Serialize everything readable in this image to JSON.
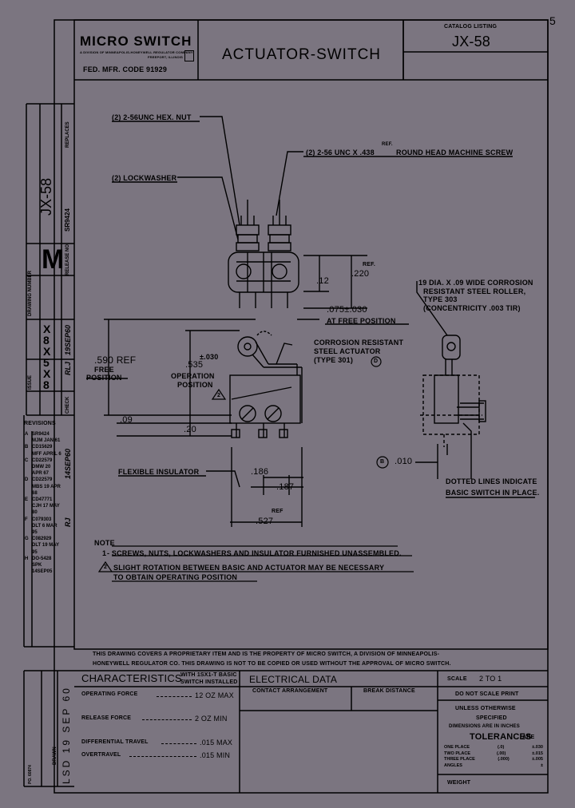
{
  "corner_mark": "5",
  "title_block": {
    "brand": "MICRO SWITCH",
    "brand_sub1": "A DIVISION OF MINNEAPOLIS-HONEYWELL REGULATOR COMPANY",
    "brand_sub2": "FREEPORT, ILLINOIS",
    "fed_code": "FED. MFR. CODE 91929",
    "title": "ACTUATOR-SWITCH",
    "catalog_label": "CATALOG LISTING",
    "catalog_value": "JX-58"
  },
  "side_strip": {
    "part": "JX-58",
    "replaces": "REPLACES",
    "release_no_label": "RELEASE NO.",
    "release_no": "SR9424",
    "drawing_number_label": "DRAWING NUMBER",
    "drawing_letter": "M",
    "issue_label": "ISSUE",
    "issue_values": [
      "X",
      "8",
      "X",
      "5",
      "X",
      "8"
    ],
    "check_label": "CHECK",
    "check_values": [
      "RLJ",
      "19SEP60"
    ],
    "check2": "RJ",
    "check2_date": "14SEP60",
    "revisions_label": "REVISIONS",
    "revisions": [
      {
        "letter": "A",
        "text": "SR9424"
      },
      {
        "letter": "",
        "text": "MJM",
        "date": "JAN 61"
      },
      {
        "letter": "B",
        "text": "CD15629"
      },
      {
        "letter": "",
        "text": "MFF",
        "date": "APRIL 6"
      },
      {
        "letter": "C",
        "text": "CD22579"
      },
      {
        "letter": "",
        "text": "DMW",
        "date": "20 APR 67"
      },
      {
        "letter": "D",
        "text": "CD22579"
      },
      {
        "letter": "",
        "text": "MBS",
        "date": "19 APR 68"
      },
      {
        "letter": "E",
        "text": "CD47771"
      },
      {
        "letter": "",
        "text": "CJH",
        "date": "17 MAY 80"
      },
      {
        "letter": "F",
        "text": "C079303"
      },
      {
        "letter": "",
        "text": "DLT",
        "date": "6 MAR 95"
      },
      {
        "letter": "G",
        "text": "C082929"
      },
      {
        "letter": "",
        "text": "DLT",
        "date": "19 MAY 95"
      },
      {
        "letter": "H",
        "text": "DO-5428"
      },
      {
        "letter": "",
        "text": "SPK",
        "date": "14SEP05"
      }
    ],
    "drawn_label": "DRAWN",
    "drawn_value": "LSD 19 SEP 60",
    "project": "PO. 60874"
  },
  "labels": {
    "hex_nut": "(2) 2-56UNC HEX. NUT",
    "screw": "(2) 2-56 UNC X .438",
    "screw_ref": "REF.",
    "screw_tail": "ROUND HEAD MACHINE SCREW",
    "lockwasher": "(2) LOCKWASHER",
    "ref_220_a": "REF.",
    "dim_220": ".220",
    "dim_12": ".12",
    "free_pos_dim": ".075±.030",
    "free_pos": "AT FREE POSITION",
    "roller_1": "19 DIA. X .09 WIDE CORROSION",
    "roller_2": "RESISTANT STEEL ROLLER,",
    "roller_3": "TYPE 303",
    "roller_4": "(CONCENTRICITY .003 TIR)",
    "cres_1": "CORROSION RESISTANT",
    "cres_2": "STEEL ACTUATOR",
    "cres_3": "(TYPE 301)",
    "cres_mark": "D",
    "dim_590": ".590 REF",
    "free_position_1": "FREE",
    "free_position_2": "POSITION",
    "dim_535": ".535",
    "tol_030": "±.030",
    "op_1": "OPERATION",
    "op_2": "POSITION",
    "note2_flag": "2",
    "dim_09": ".09",
    "dim_20": ".20",
    "flex": "FLEXIBLE INSULATOR",
    "dim_186": ".186",
    "dim_187": ".187",
    "dim_527": ".527",
    "ref_527": "REF",
    "b_mark": "B",
    "dim_010": ".010",
    "dotted_1": "DOTTED LINES INDICATE",
    "dotted_2": "BASIC SWITCH IN PLACE."
  },
  "notes": {
    "title": "NOTE",
    "n1_num": "1",
    "n1": "- SCREWS, NUTS, LOCKWASHERS AND INSULATOR FURNISHED UNASSEMBLED.",
    "n2_num": "2",
    "n2a": "SLIGHT ROTATION BETWEEN BASIC AND ACTUATOR MAY BE NECESSARY",
    "n2b": "TO OBTAIN OPERATING POSITION"
  },
  "proprietary": {
    "line1": "THIS DRAWING COVERS A PROPRIETARY ITEM AND IS THE PROPERTY OF MICRO SWITCH, A DIVISION OF MINNEAPOLIS-",
    "line2": "HONEYWELL REGULATOR CO. THIS DRAWING IS NOT TO BE COPIED OR USED WITHOUT THE APPROVAL OF MICRO SWITCH."
  },
  "characteristics": {
    "title": "CHARACTERISTICS",
    "with_1": "WITH 1SX1-T BASIC",
    "with_2": "SWITCH INSTALLED",
    "rows": [
      {
        "label": "OPERATING FORCE",
        "value": "12 OZ MAX"
      },
      {
        "label": "RELEASE FORCE",
        "value": "2 OZ MIN"
      },
      {
        "label": "DIFFERENTIAL TRAVEL",
        "value": ".015 MAX"
      },
      {
        "label": "OVERTRAVEL",
        "value": ".015 MIN"
      }
    ]
  },
  "electrical": {
    "title": "ELECTRICAL DATA",
    "contact": "CONTACT ARRANGEMENT",
    "break": "BREAK DISTANCE"
  },
  "scale_block": {
    "scale_label": "SCALE",
    "scale_value": "2 TO 1",
    "no_scale": "DO NOT SCALE PRINT",
    "unless_1": "UNLESS OTHERWISE",
    "unless_2": "SPECIFIED",
    "dims": "DIMENSIONS ARE IN INCHES",
    "tol": "TOLERANCES",
    "tol_are": "ARE",
    "rows": [
      {
        "label": "ONE PLACE",
        "fmt": "(.0)",
        "val": "±.030"
      },
      {
        "label": "TWO PLACE",
        "fmt": "(.00)",
        "val": "±.015"
      },
      {
        "label": "THREE PLACE",
        "fmt": "(.000)",
        "val": "±.005"
      },
      {
        "label": "ANGLES",
        "fmt": "",
        "val": "±"
      }
    ],
    "weight": "WEIGHT"
  }
}
